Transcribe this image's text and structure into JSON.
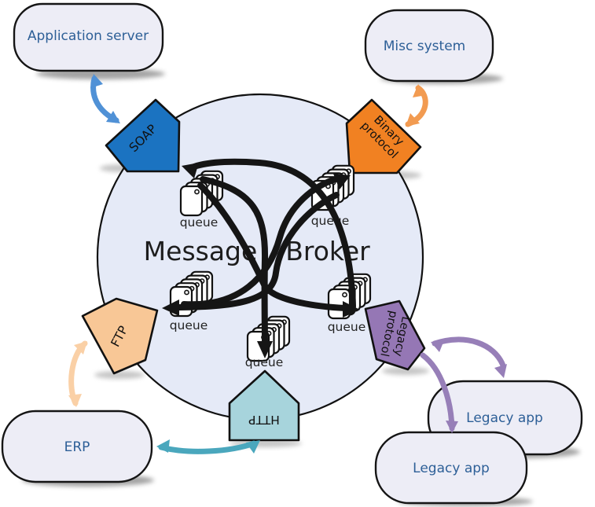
{
  "broker": {
    "word1": "Message",
    "word2": "Broker",
    "full_title": "Message Broker"
  },
  "external_systems": {
    "application_server": {
      "label": "Application server"
    },
    "misc_system": {
      "label": "Misc system"
    },
    "erp": {
      "label": "ERP"
    },
    "legacy_app_1": {
      "label": "Legacy app"
    },
    "legacy_app_2": {
      "label": "Legacy app"
    }
  },
  "connectors": {
    "soap": {
      "label": "SOAP",
      "color": "#1b73c1"
    },
    "binary_protocol": {
      "label": "Binary protocol",
      "line1": "Binary",
      "line2": "protocol",
      "color": "#f18122"
    },
    "ftp": {
      "label": "FTP",
      "color": "#f8c796"
    },
    "legacy_protocol": {
      "label": "Legacy protocol",
      "line1": "Legacy",
      "line2": "protocol",
      "color": "#9577b5"
    },
    "http": {
      "label": "HTTP",
      "color": "#a7d4dc"
    }
  },
  "queues": {
    "label": "queue"
  },
  "colors": {
    "broker_fill": "#e5eaf7",
    "node_fill": "#ededf6",
    "node_text": "#2d5f97",
    "arrow_black": "#151515",
    "arrow_blue": "#5091d6",
    "arrow_orange": "#f29b51",
    "arrow_peach": "#fad0a6",
    "arrow_teal": "#4aa7bd",
    "arrow_purple": "#977fb8"
  }
}
